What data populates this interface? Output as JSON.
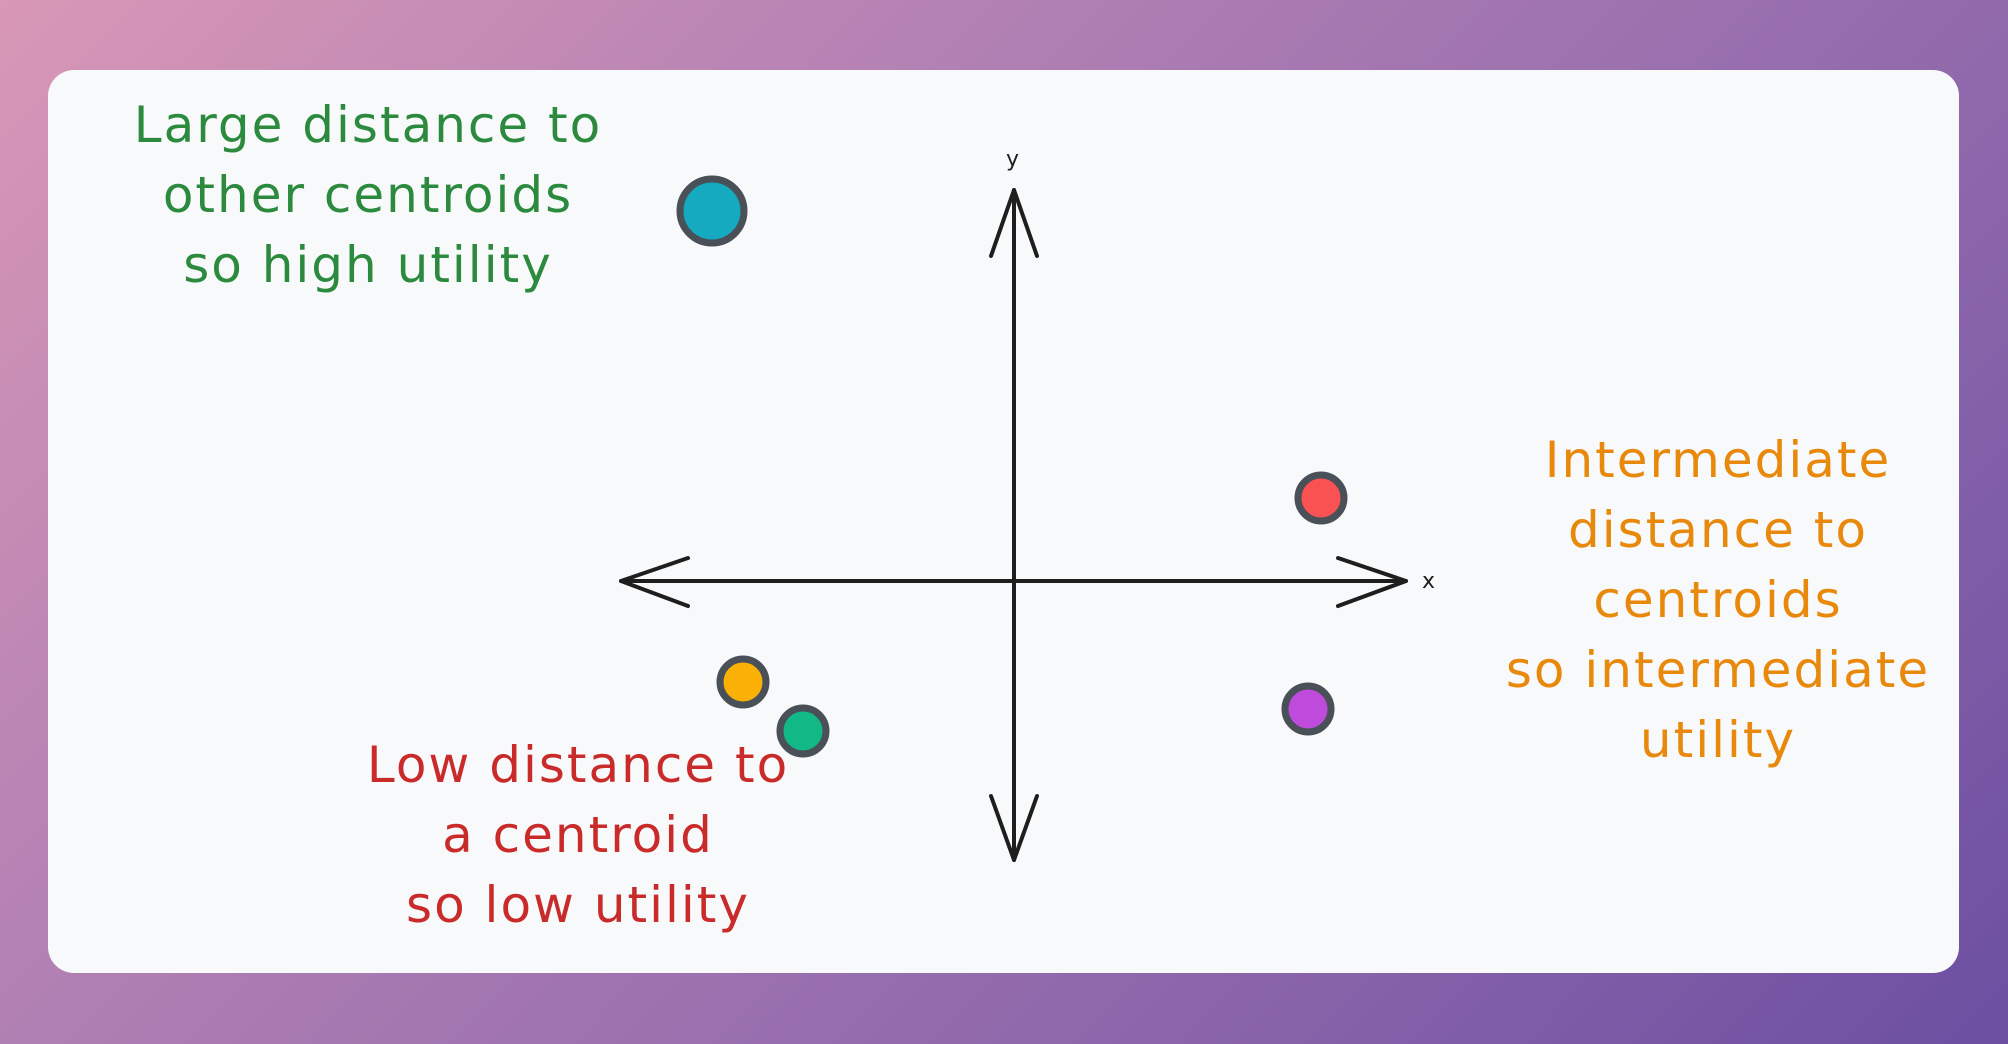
{
  "axes": {
    "x_label": "x",
    "y_label": "y"
  },
  "annotations": {
    "high": {
      "lines": [
        "Large distance to",
        "other centroids",
        "so high utility"
      ],
      "color": "#2b8a3e"
    },
    "intermediate": {
      "lines": [
        "Intermediate",
        "distance to",
        "centroids",
        "so intermediate",
        "utility"
      ],
      "color": "#e8890c"
    },
    "low": {
      "lines": [
        "Low distance to",
        "a centroid",
        "so low utility"
      ],
      "color": "#c92a2a"
    }
  },
  "centroids": [
    {
      "name": "blue",
      "color": "#15aabf"
    },
    {
      "name": "red",
      "color": "#fa5252"
    },
    {
      "name": "purple",
      "color": "#be4bdb"
    },
    {
      "name": "yellow",
      "color": "#fab005"
    },
    {
      "name": "teal",
      "color": "#12b886"
    }
  ]
}
